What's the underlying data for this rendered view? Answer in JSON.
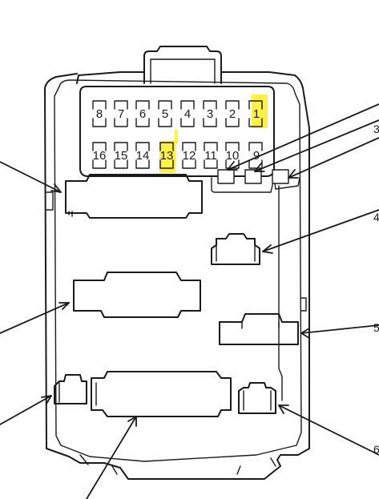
{
  "fuse_numbers": {
    "top_row": [
      "8",
      "7",
      "6",
      "5",
      "4",
      "3",
      "2",
      "1"
    ],
    "bottom_row": [
      "16",
      "15",
      "14",
      "13",
      "12",
      "11",
      "10",
      "9"
    ]
  },
  "highlighted": [
    "1",
    "13"
  ],
  "callouts": {
    "relay_top": "3",
    "connector_mid": "4",
    "connector_right": "5",
    "connector_bottom": "6"
  },
  "colors": {
    "line": "#1a1a1a",
    "highlight": "#ffee33"
  }
}
